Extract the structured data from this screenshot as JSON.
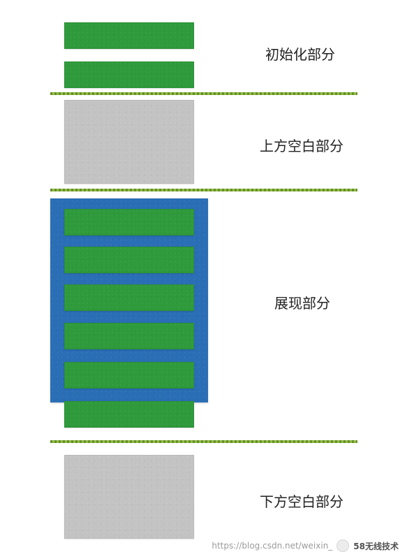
{
  "sections": {
    "init_label": "初始化部分",
    "top_blank_label": "上方空白部分",
    "display_label": "展现部分",
    "bottom_blank_label": "下方空白部分"
  },
  "watermark": {
    "url": "https://blog.csdn.net/weixin_",
    "brand": "58无线技术"
  },
  "colors": {
    "item_green": "#2e9a3b",
    "blank_gray": "#c3c3c3",
    "viewport_blue": "#2a6eb5",
    "divider": "#6f9a2a"
  }
}
